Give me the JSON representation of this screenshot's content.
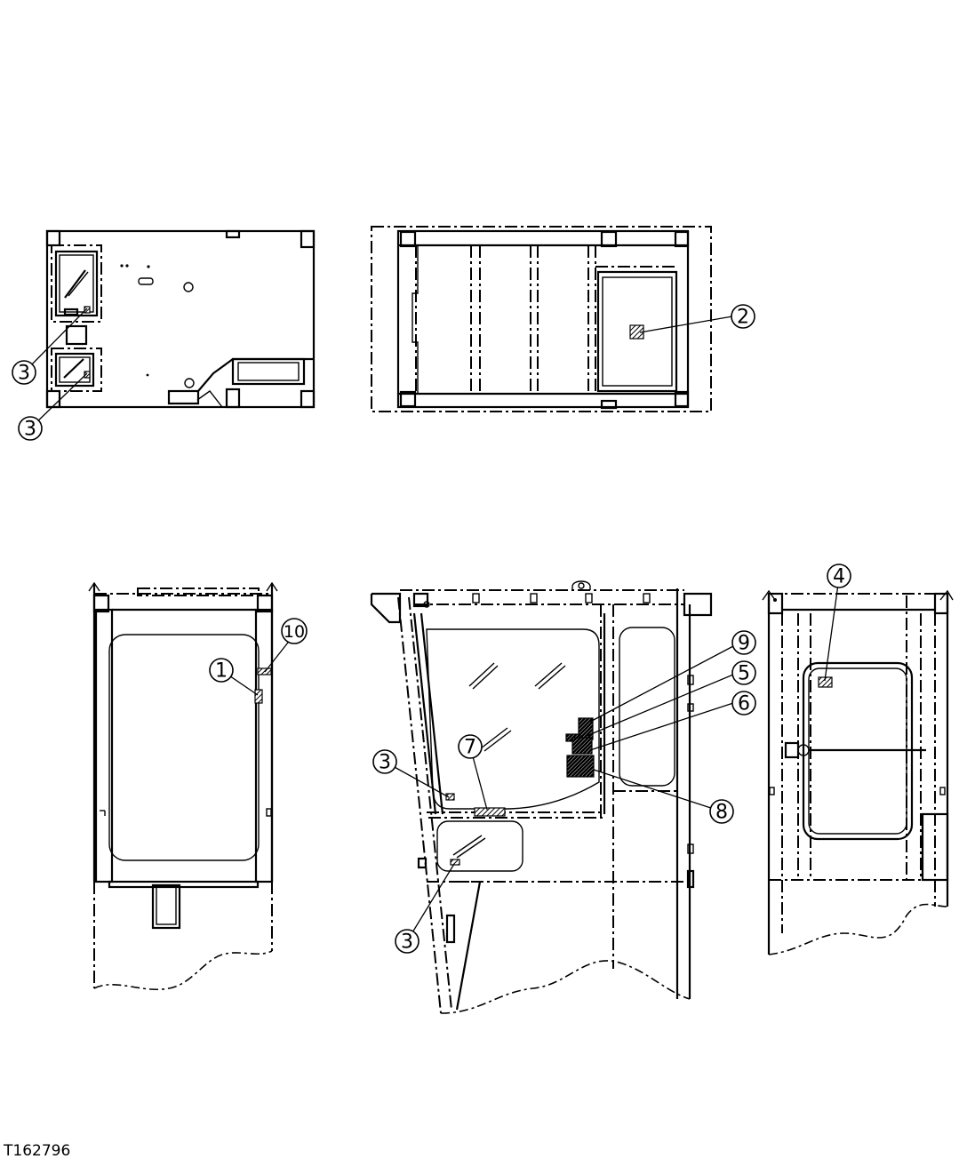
{
  "callouts": [
    {
      "id": "c3a",
      "label": "3"
    },
    {
      "id": "c3b",
      "label": "3"
    },
    {
      "id": "c2",
      "label": "2"
    },
    {
      "id": "c10",
      "label": "10"
    },
    {
      "id": "c1",
      "label": "1"
    },
    {
      "id": "c9",
      "label": "9"
    },
    {
      "id": "c5",
      "label": "5"
    },
    {
      "id": "c6",
      "label": "6"
    },
    {
      "id": "c7",
      "label": "7"
    },
    {
      "id": "c3c",
      "label": "3"
    },
    {
      "id": "c8",
      "label": "8"
    },
    {
      "id": "c3d",
      "label": "3"
    },
    {
      "id": "c4",
      "label": "4"
    }
  ],
  "figure_reference": "T162796"
}
